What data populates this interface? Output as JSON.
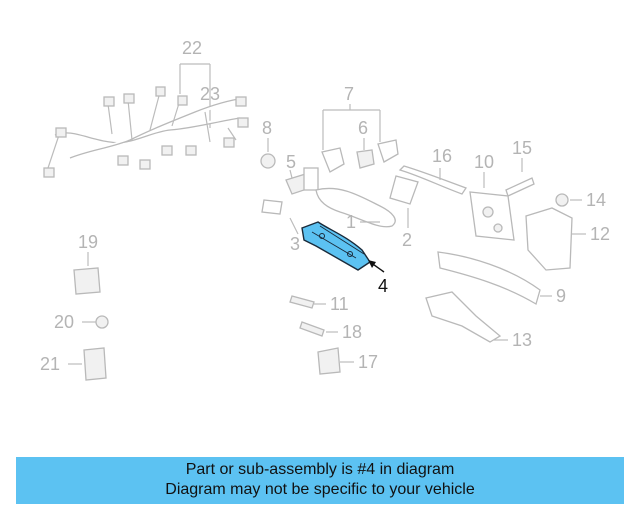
{
  "diagram": {
    "callouts": [
      "22",
      "23",
      "7",
      "8",
      "6",
      "5",
      "16",
      "10",
      "15",
      "14",
      "1",
      "12",
      "2",
      "3",
      "4",
      "19",
      "11",
      "9",
      "20",
      "18",
      "13",
      "21",
      "17"
    ],
    "highlighted_part": "4",
    "highlight_color": "#5cc2f2"
  },
  "banner": {
    "line1": "Part or sub-assembly is #4 in diagram",
    "line2": "Diagram may not be specific to your vehicle"
  }
}
